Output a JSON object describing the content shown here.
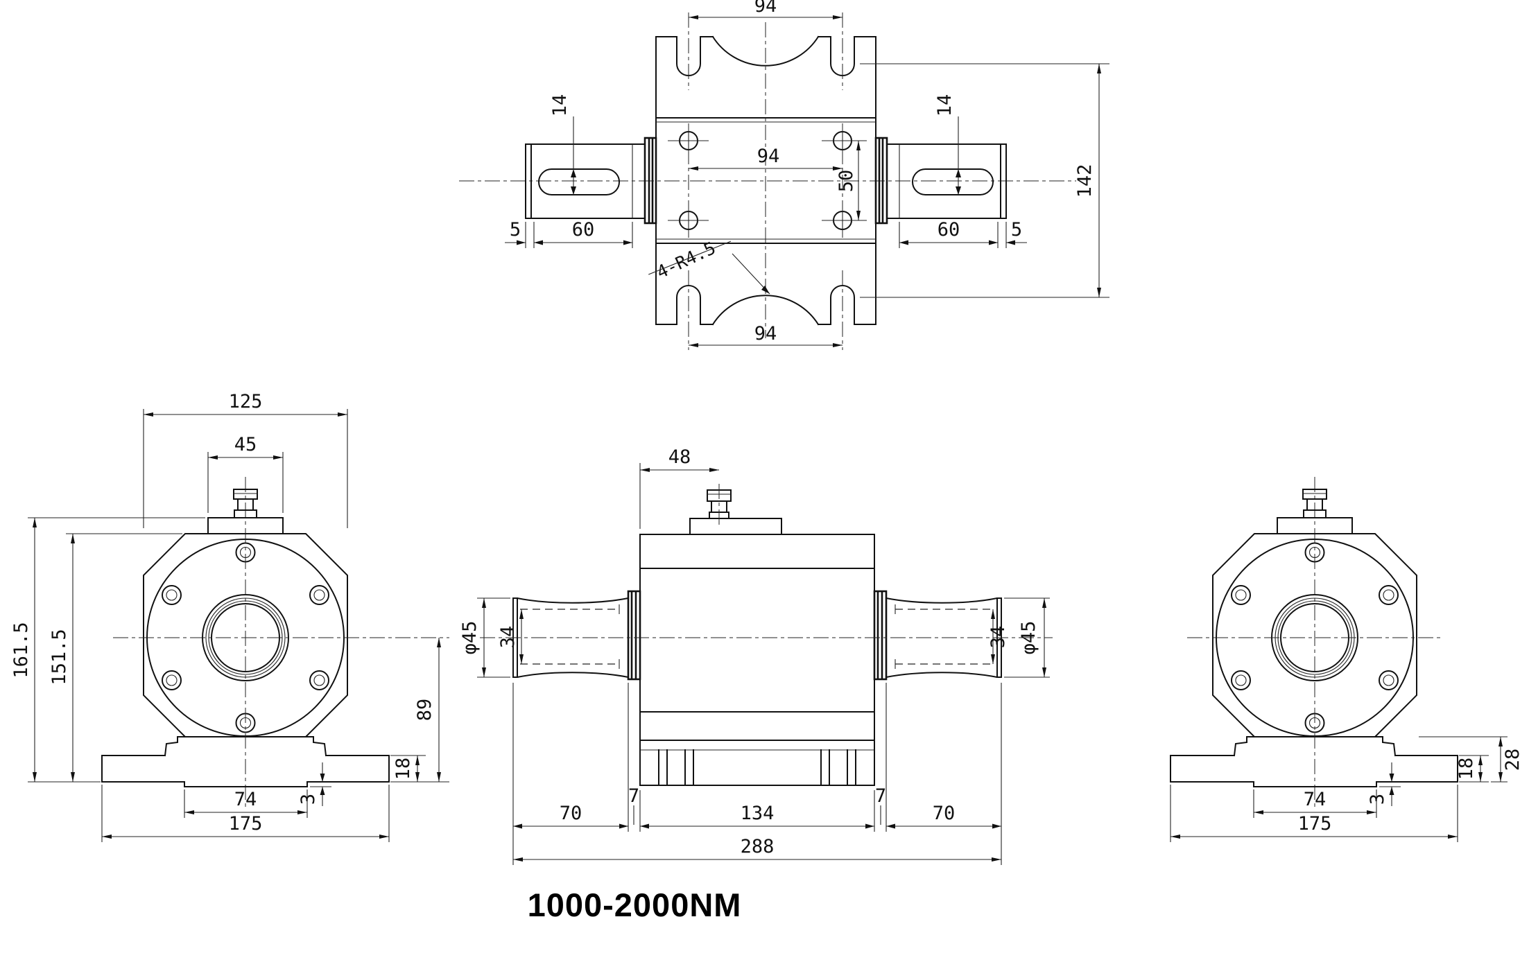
{
  "title": "1000-2000NM",
  "views": {
    "top": {
      "dims": {
        "slot_spacing_top": "94",
        "key_width_left": "14",
        "key_width_right": "14",
        "hole_spacing_h": "94",
        "hole_spacing_v": "50",
        "body_depth": "142",
        "end_step_left": "5",
        "key_length_left": "60",
        "key_length_right": "60",
        "end_step_right": "5",
        "corner_radius_note": "4-R4.5",
        "slot_spacing_bottom": "94"
      }
    },
    "left": {
      "dims": {
        "body_width": "125",
        "connector_width": "45",
        "height_total": "161.5",
        "height_body": "151.5",
        "center_height": "89",
        "base_thickness": "18",
        "pad_width": "74",
        "pad_depth": "3",
        "base_width": "175"
      }
    },
    "front": {
      "dims": {
        "connector_offset": "48",
        "shaft_dia_left": "φ45",
        "key_depth_left": "34",
        "key_depth_right": "34",
        "shaft_dia_right": "φ45",
        "shaft_len_left": "70",
        "collar_left": "7",
        "body_length": "134",
        "collar_right": "7",
        "shaft_len_right": "70",
        "total_length": "288"
      }
    },
    "right": {
      "dims": {
        "base_thickness": "18",
        "foot_height": "28",
        "pad_width": "74",
        "pad_depth": "3",
        "base_width": "175"
      }
    }
  }
}
